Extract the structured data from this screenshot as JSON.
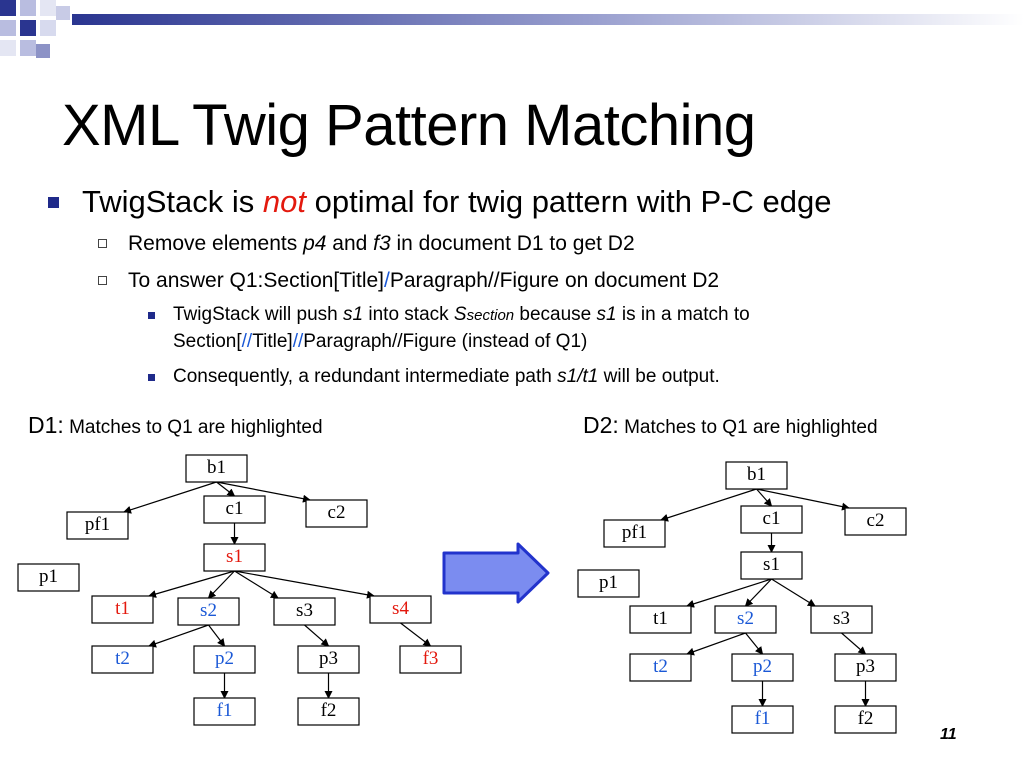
{
  "slide": {
    "title": "XML Twig Pattern Matching",
    "page_number": "11"
  },
  "bullets": {
    "b1": {
      "pre": "TwigStack is ",
      "em": "not",
      "post": " optimal for twig pattern with P-C edge"
    },
    "b1_1": {
      "t1": "Remove elements ",
      "p4": "p4",
      "t2": " and ",
      "f3": "f3",
      "t3": " in document D1 to get D2"
    },
    "b1_2": {
      "t1": "To answer Q1:Section[Title]",
      "sep": "/",
      "t2": "Paragraph//Figure on document D2"
    },
    "b1_2_1": {
      "t1": "TwigStack will push ",
      "s1": "s1",
      "t2": " into stack ",
      "S": "S",
      "sub": "section",
      "t3": " because ",
      "s1b": "s1",
      "t4": " is in a match to",
      "t5": "Section[",
      "dbl1": "//",
      "t6": "Title]",
      "dbl2": "//",
      "t7": "Paragraph//Figure (instead of Q1)"
    },
    "b1_2_2": {
      "t1": "Consequently, a redundant intermediate path ",
      "path": "s1/t1",
      "t2": " will be output."
    }
  },
  "diagrams": {
    "d1": {
      "prefix": "D1:",
      "caption": " Matches to Q1 are highlighted"
    },
    "d2": {
      "prefix": "D2:",
      "caption": " Matches to Q1 are highlighted"
    }
  },
  "colors": {
    "red": "#e3190e",
    "blue": "#1a58d6",
    "black": "#000000",
    "arrow_fill": "#7b8cf0",
    "arrow_stroke": "#2233cc"
  },
  "trees": {
    "d1": {
      "nodes": [
        {
          "id": "b1",
          "label": "b1",
          "color": "black"
        },
        {
          "id": "c1",
          "label": "c1",
          "color": "black"
        },
        {
          "id": "c2",
          "label": "c2",
          "color": "black"
        },
        {
          "id": "pf1",
          "label": "pf1",
          "color": "black"
        },
        {
          "id": "p1",
          "label": "p1",
          "color": "black"
        },
        {
          "id": "s1",
          "label": "s1",
          "color": "red"
        },
        {
          "id": "t1",
          "label": "t1",
          "color": "red"
        },
        {
          "id": "s2",
          "label": "s2",
          "color": "blue"
        },
        {
          "id": "s3",
          "label": "s3",
          "color": "black"
        },
        {
          "id": "s4",
          "label": "s4",
          "color": "red"
        },
        {
          "id": "t2",
          "label": "t2",
          "color": "blue"
        },
        {
          "id": "p2",
          "label": "p2",
          "color": "blue"
        },
        {
          "id": "p3",
          "label": "p3",
          "color": "black"
        },
        {
          "id": "f3",
          "label": "f3",
          "color": "red"
        },
        {
          "id": "f1",
          "label": "f1",
          "color": "blue"
        },
        {
          "id": "f2",
          "label": "f2",
          "color": "black"
        }
      ],
      "edges": [
        [
          "b1",
          "pf1"
        ],
        [
          "b1",
          "c1"
        ],
        [
          "b1",
          "c2"
        ],
        [
          "c1",
          "s1"
        ],
        [
          "s1",
          "t1"
        ],
        [
          "s1",
          "s2"
        ],
        [
          "s1",
          "s3"
        ],
        [
          "s1",
          "s4"
        ],
        [
          "s2",
          "t2"
        ],
        [
          "s2",
          "p2"
        ],
        [
          "s3",
          "p3"
        ],
        [
          "s4",
          "f3"
        ],
        [
          "p2",
          "f1"
        ],
        [
          "p3",
          "f2"
        ]
      ]
    },
    "d2": {
      "nodes": [
        {
          "id": "b1",
          "label": "b1",
          "color": "black"
        },
        {
          "id": "c1",
          "label": "c1",
          "color": "black"
        },
        {
          "id": "c2",
          "label": "c2",
          "color": "black"
        },
        {
          "id": "pf1",
          "label": "pf1",
          "color": "black"
        },
        {
          "id": "p1",
          "label": "p1",
          "color": "black"
        },
        {
          "id": "s1",
          "label": "s1",
          "color": "black"
        },
        {
          "id": "t1",
          "label": "t1",
          "color": "black"
        },
        {
          "id": "s2",
          "label": "s2",
          "color": "blue"
        },
        {
          "id": "s3",
          "label": "s3",
          "color": "black"
        },
        {
          "id": "t2",
          "label": "t2",
          "color": "blue"
        },
        {
          "id": "p2",
          "label": "p2",
          "color": "blue"
        },
        {
          "id": "p3",
          "label": "p3",
          "color": "black"
        },
        {
          "id": "f1",
          "label": "f1",
          "color": "blue"
        },
        {
          "id": "f2",
          "label": "f2",
          "color": "black"
        }
      ],
      "edges": [
        [
          "b1",
          "pf1"
        ],
        [
          "b1",
          "c1"
        ],
        [
          "b1",
          "c2"
        ],
        [
          "c1",
          "s1"
        ],
        [
          "s1",
          "t1"
        ],
        [
          "s1",
          "s2"
        ],
        [
          "s1",
          "s3"
        ],
        [
          "s2",
          "t2"
        ],
        [
          "s2",
          "p2"
        ],
        [
          "s3",
          "p3"
        ],
        [
          "p2",
          "f1"
        ],
        [
          "p3",
          "f2"
        ]
      ]
    }
  }
}
